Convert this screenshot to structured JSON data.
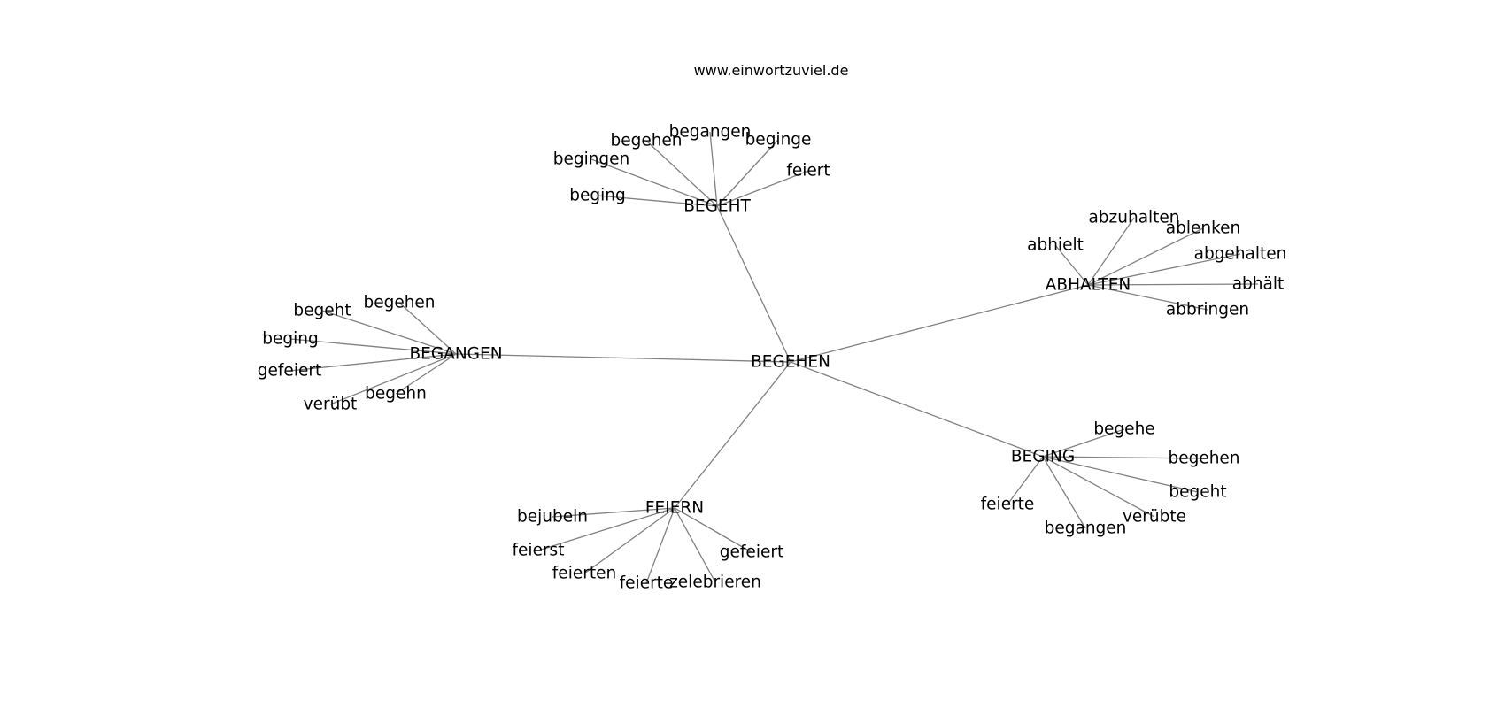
{
  "source": "www.einwortzuviel.de",
  "colors": {
    "edge": "#808080",
    "text": "#000000",
    "background": "#ffffff"
  },
  "graph": {
    "center": "BEGEHEN",
    "clusters": [
      {
        "hub": "BEGEHT",
        "leaves": [
          "beging",
          "begingen",
          "begehen",
          "begangen",
          "beginge",
          "feiert"
        ]
      },
      {
        "hub": "ABHALTEN",
        "leaves": [
          "abhielt",
          "abzuhalten",
          "ablenken",
          "abgehalten",
          "abhält",
          "abbringen"
        ]
      },
      {
        "hub": "BEGANGEN",
        "leaves": [
          "begeht",
          "begehen",
          "beging",
          "gefeiert",
          "verübt",
          "begehn"
        ]
      },
      {
        "hub": "BEGING",
        "leaves": [
          "begehe",
          "begehen",
          "begeht",
          "verübte",
          "begangen",
          "feierte"
        ]
      },
      {
        "hub": "FEIERN",
        "leaves": [
          "bejubeln",
          "feierst",
          "feierten",
          "feierte",
          "zelebrieren",
          "gefeiert"
        ]
      }
    ]
  }
}
